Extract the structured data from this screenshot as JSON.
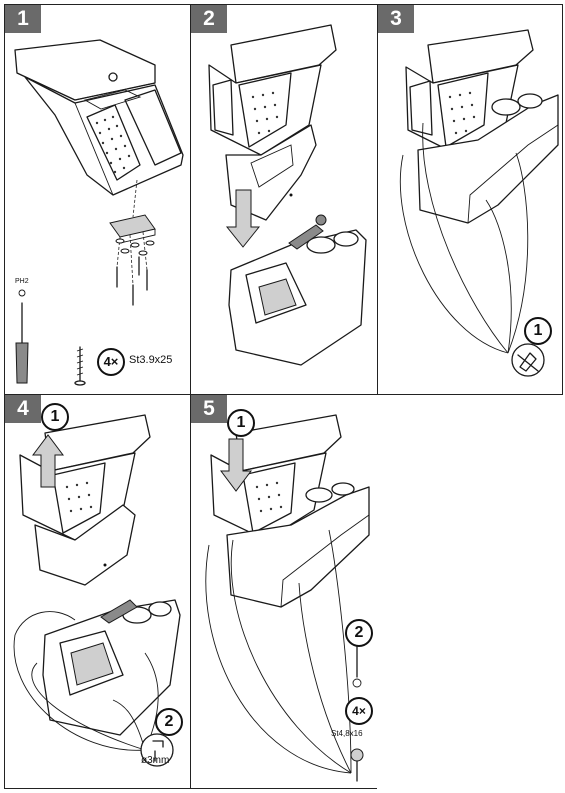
{
  "steps": [
    {
      "number": "1",
      "tool_label": "PH2",
      "screw_count": "4×",
      "screw_spec": "St3.9x25"
    },
    {
      "number": "2"
    },
    {
      "number": "3",
      "callout": "1"
    },
    {
      "number": "4",
      "callout_top": "1",
      "callout_bottom": "2",
      "drill_label": "ø3mm"
    },
    {
      "number": "5",
      "callout_top": "1",
      "callout_bottom": "2",
      "screw_count": "4×",
      "screw_spec": "St4,8x16"
    }
  ]
}
